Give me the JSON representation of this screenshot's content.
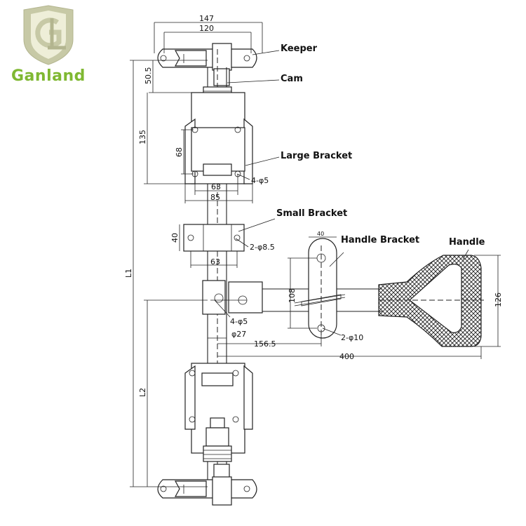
{
  "brand": {
    "name": "Ganland",
    "logo_color": "#c7c9a6",
    "text_color": "#7fb832"
  },
  "labels": {
    "keeper": "Keeper",
    "cam": "Cam",
    "large_bracket": "Large Bracket",
    "small_bracket": "Small Bracket",
    "handle_bracket": "Handle Bracket",
    "handle": "Handle"
  },
  "dimensions": {
    "d147": "147",
    "d120": "120",
    "d50_5": "50.5",
    "d135": "135",
    "d68": "68",
    "holes_4_phi5_top": "4-φ5",
    "d63_top": "63",
    "d85": "85",
    "d40_small": "40",
    "holes_2_phi8_5": "2-φ8.5",
    "d63_small": "63",
    "d40_handle": "40",
    "d108": "108",
    "d126": "126",
    "holes_4_phi5_mid": "4-φ5",
    "phi27": "φ27",
    "d156_5": "156.5",
    "holes_2_phi10": "2-φ10",
    "d400": "400",
    "L1": "L1",
    "L2": "L2"
  }
}
